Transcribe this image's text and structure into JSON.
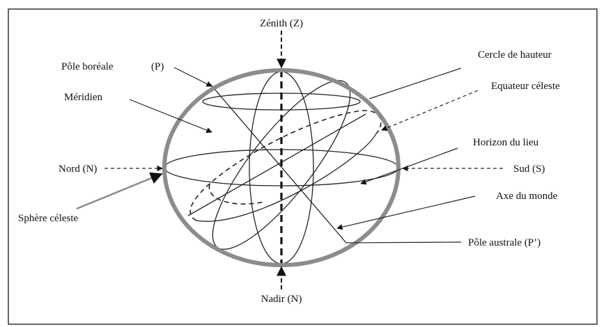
{
  "labels": {
    "zenith": "Zénith (Z)",
    "pole_boreale": "Pôle boréale",
    "pole_boreale_p": "(P)",
    "meridien": "Méridien",
    "nord": "Nord (N)",
    "sphere": "Sphère céleste",
    "cercle_hauteur": "Cercle de hauteur",
    "equateur": "Equateur céleste",
    "horizon": "Horizon du lieu",
    "sud": "Sud (S)",
    "axe": "Axe du monde",
    "pole_australe": "Pôle australe (P’)",
    "nadir": "Nadir (N)"
  }
}
